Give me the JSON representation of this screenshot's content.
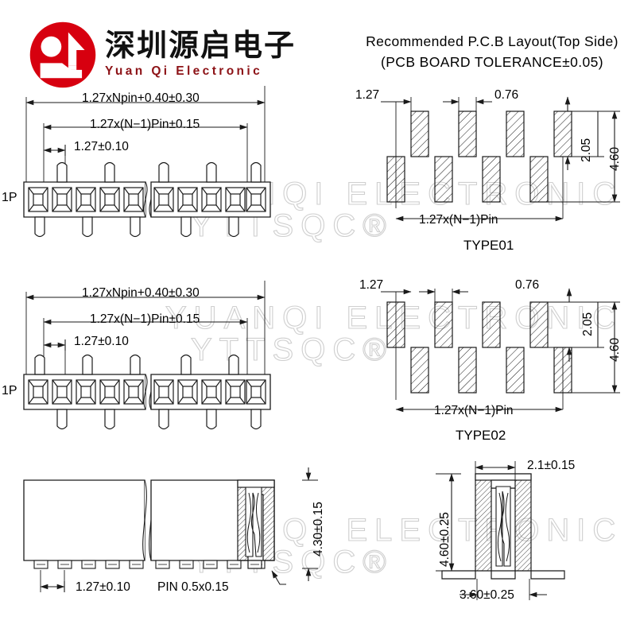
{
  "brand": {
    "name_cn": "深圳源启电子",
    "name_en": "Yuan Qi Electronic",
    "logo_icon": "qi-arrow-circle-logo",
    "logo_color": "#d7000f",
    "en_color": "#8d1317"
  },
  "watermark": {
    "line1": "YUANQI ELECTRONIC",
    "line2": "YTTSQC®",
    "color": "#cfcfcf"
  },
  "pcb_layout": {
    "title_line1": "Recommended  P.C.B  Layout(Top  Side)",
    "title_line2": "(PCB  BOARD  TOLERANCE±0.05)",
    "type01_label": "TYPE01",
    "type02_label": "TYPE02",
    "dims": {
      "pitch": "1.27",
      "pad_width": "0.76",
      "pad_gap": "2.05",
      "row_span": "4.60",
      "span": "1.27x(N−1)Pin"
    }
  },
  "connector_top": {
    "row_label": "1P",
    "dim_overall": "1.27xNpin+0.40±0.30",
    "dim_pinspan": "1.27x(N−1)Pin±0.15",
    "dim_pitch": "1.27±0.10",
    "positions": 10
  },
  "connector_mid": {
    "row_label": "1P",
    "dim_overall": "1.27xNpin+0.40±0.30",
    "dim_pinspan": "1.27x(N−1)Pin±0.15",
    "dim_pitch": "1.27±0.10",
    "positions": 10
  },
  "side_view": {
    "dim_pitch": "1.27±0.10",
    "dim_pin": "PIN  0.5x0.15",
    "dim_height": "4.30±0.15"
  },
  "end_view": {
    "dim_width_top": "2.1±0.15",
    "dim_height": "4.60±0.25",
    "dim_width_base": "3.60±0.25"
  },
  "style": {
    "line_color": "#1a1a1a",
    "bg": "#ffffff"
  }
}
